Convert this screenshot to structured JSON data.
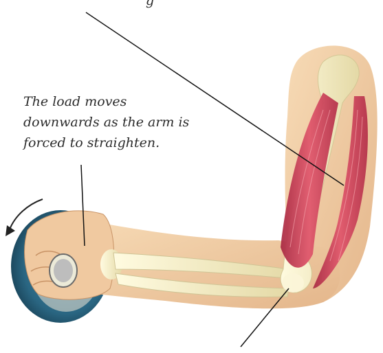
{
  "annotations": {
    "top_fragment": "g",
    "load_caption_lines": [
      "The load moves",
      "downwards as the arm is",
      "forced to straighten."
    ]
  },
  "colors": {
    "skin": "#f2cfa4",
    "skin_shadow": "#e0b185",
    "bone": "#f7f2cf",
    "bone_shadow": "#d9cf9c",
    "muscle": "#d9485f",
    "muscle_dark": "#a92c44",
    "muscle_light": "#f08a93",
    "load_outer": "#2f6b86",
    "load_inner": "#1f4f66",
    "joint_disc": "#b8b8b8",
    "line": "#111111"
  },
  "icons": {
    "motion_arrow": "curved-arrow-icon"
  }
}
